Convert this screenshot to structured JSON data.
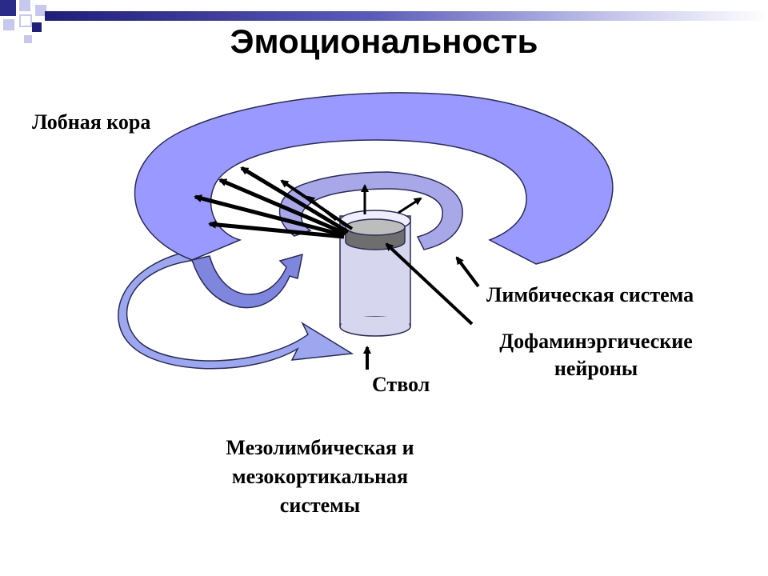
{
  "slide": {
    "title": "Эмоциональность"
  },
  "labels": {
    "frontal_cortex": "Лобная кора",
    "limbic_system": "Лимбическая система",
    "dopaminergic_line1": "Дофаминэргические",
    "dopaminergic_line2": "нейроны",
    "brainstem": "Ствол",
    "systems_line1": "Мезолимбическая и",
    "systems_line2": "мезокортикальная",
    "systems_line3": "системы"
  },
  "colors": {
    "cortex_fill": "#9999ff",
    "limbic_fill": "#a8a8e8",
    "cylinder_fill": "#d6d6ee",
    "outline": "#2b2b55",
    "arrow": "#000000",
    "accent_dark": "#1f1f7a"
  }
}
